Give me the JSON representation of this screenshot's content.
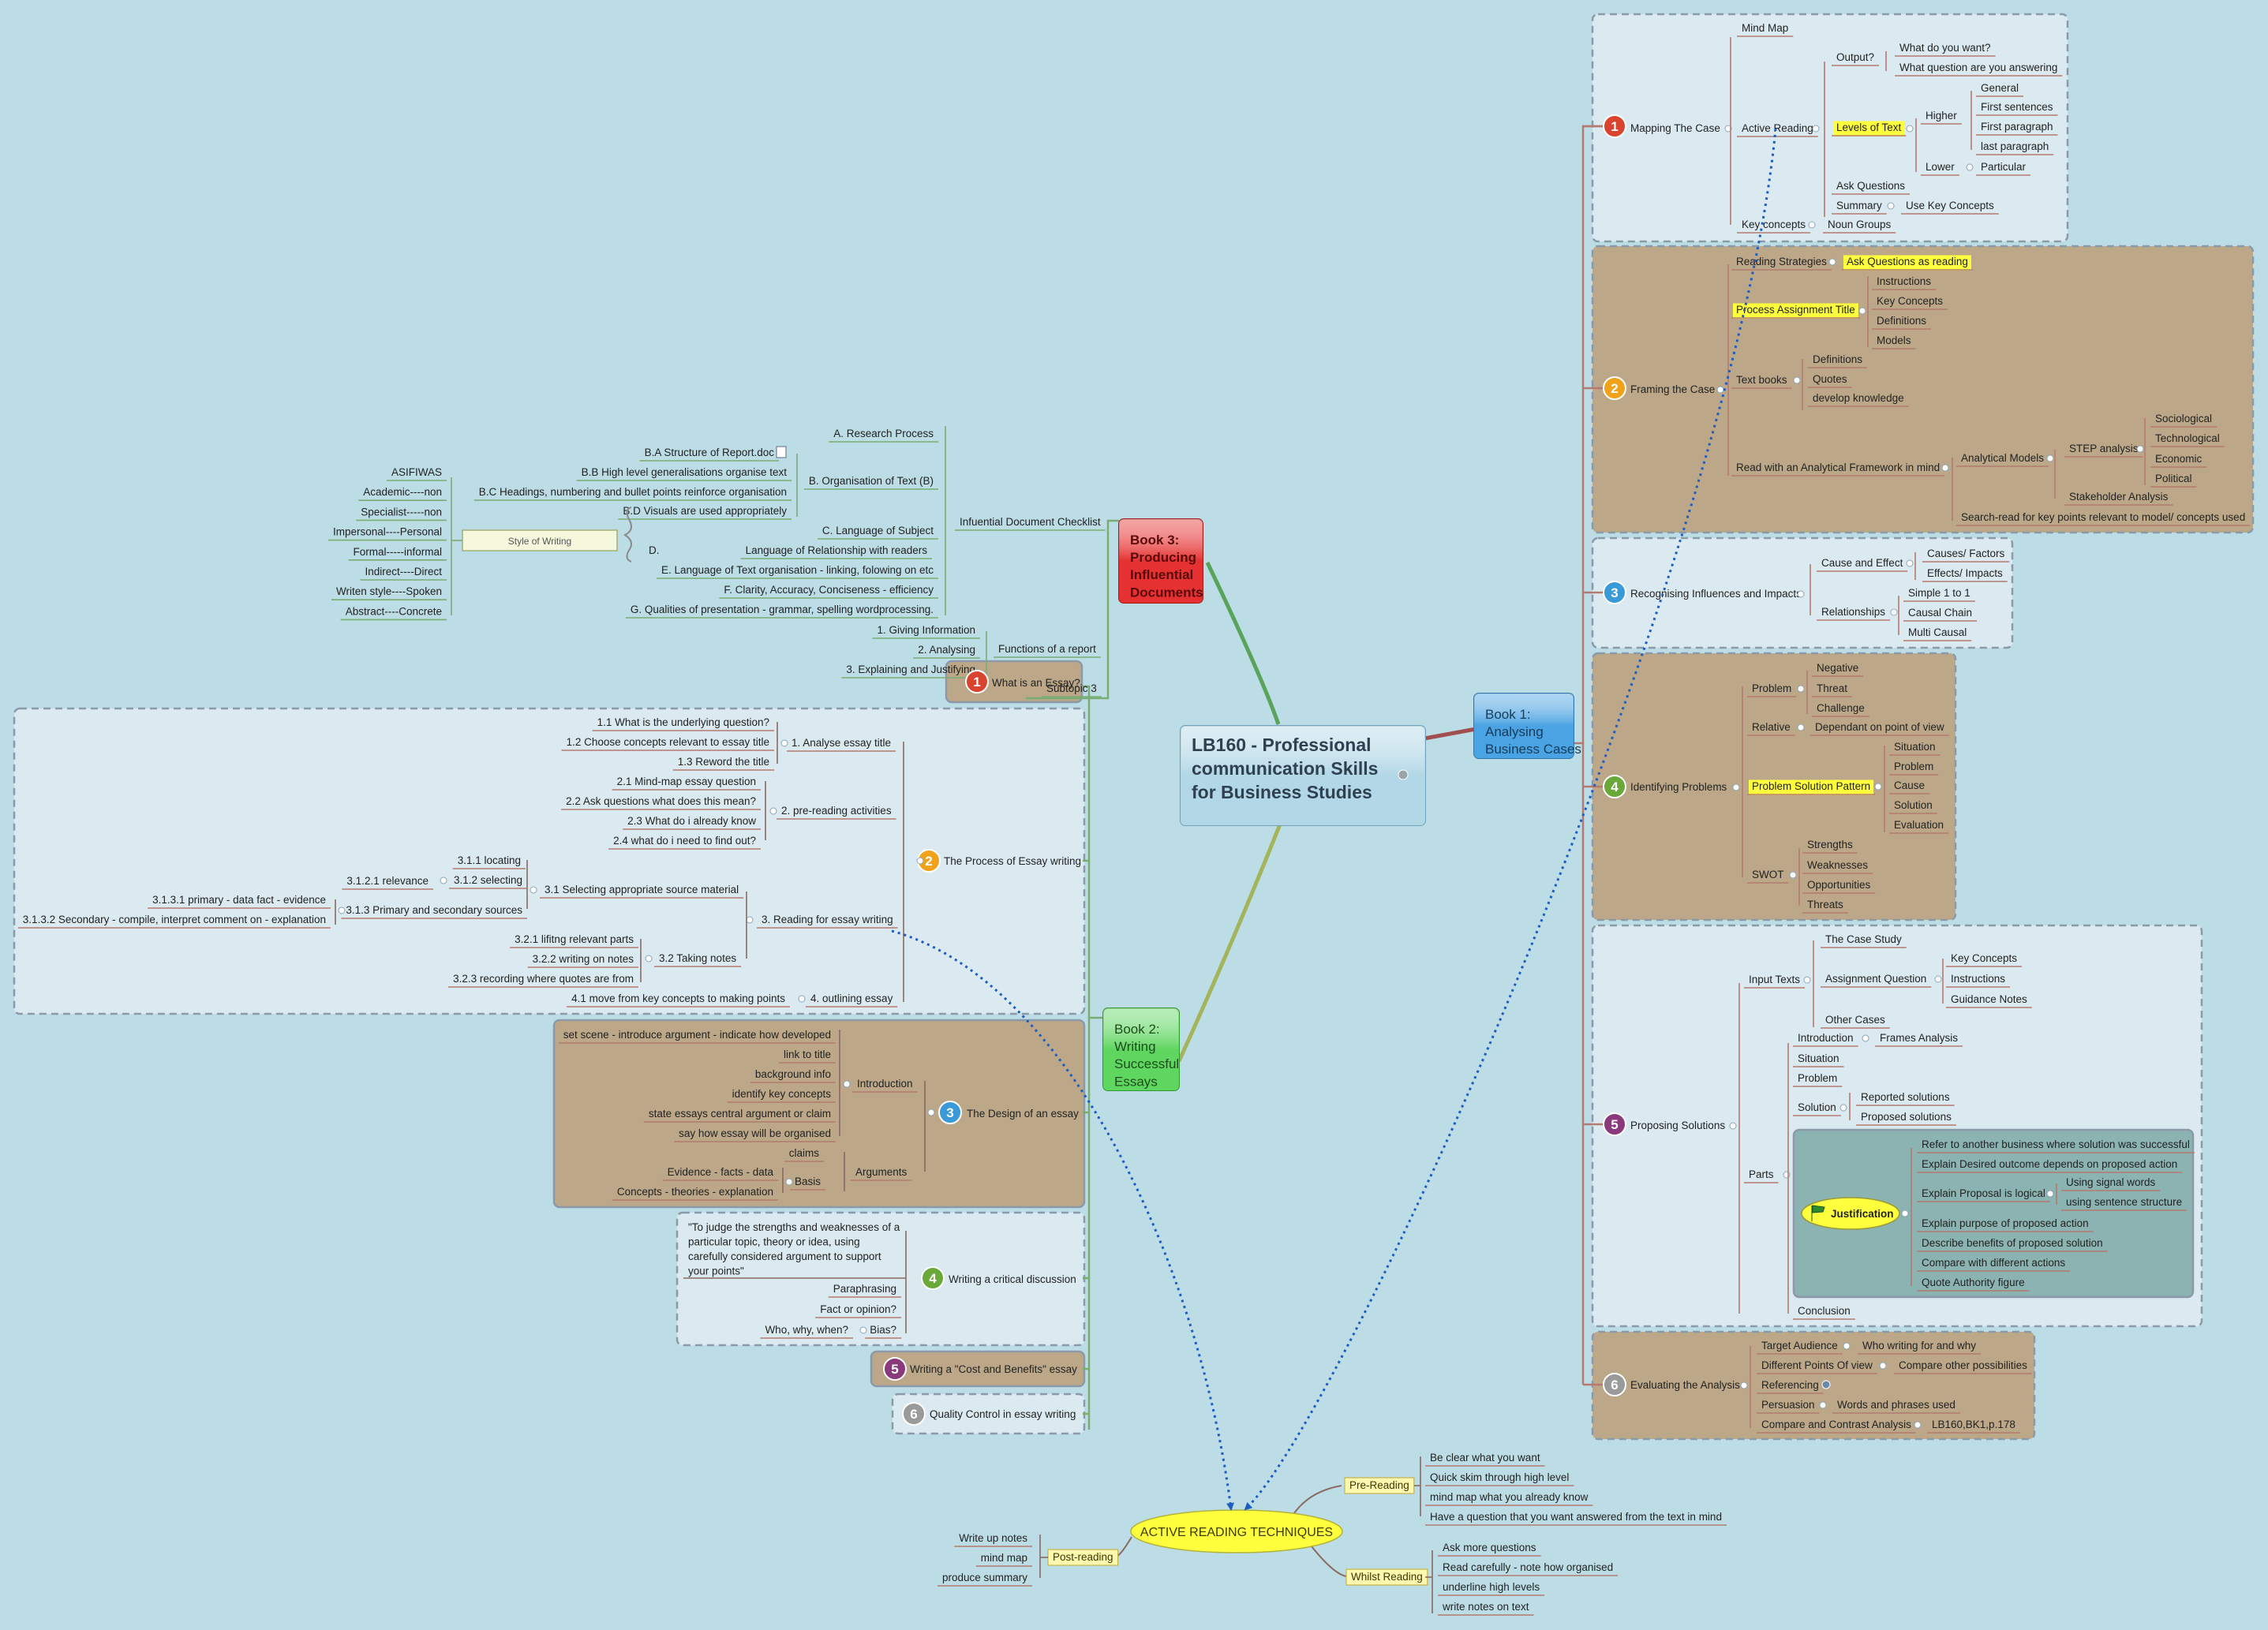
{
  "central": [
    "LB160 - Professional",
    "communication Skills",
    "for Business Studies"
  ],
  "book1": [
    "Book 1:",
    "Analysing",
    "Business Cases"
  ],
  "book2": [
    "Book 2:",
    "Writing",
    "Successful",
    "Essays"
  ],
  "book3": [
    "Book 3:",
    "Producing",
    "Influential",
    "Documents"
  ],
  "active_reading": "ACTIVE READING TECHNIQUES",
  "b1": {
    "t1": "Mapping The Case",
    "mind_map": "Mind Map",
    "active_reading": "Active Reading",
    "output": "Output?",
    "want": "What do you want?",
    "question": "What question are you answering",
    "levels": "Levels of Text",
    "higher": "Higher",
    "general": "General",
    "first_sent": "First sentences",
    "first_para": "First paragraph",
    "last_para": "last paragraph",
    "lower": "Lower",
    "particular": "Particular",
    "ask_q": "Ask Questions",
    "summary": "Summary",
    "use_kc": "Use Key Concepts",
    "key_concepts": "Key concepts",
    "noun_groups": "Noun Groups",
    "t2": "Framing the Case",
    "reading_strat": "Reading Strategies",
    "ask_reading": "Ask Questions as reading",
    "process_title": "Process Assignment Title",
    "instructions": "Instructions",
    "kc": "Key Concepts",
    "definitions": "Definitions",
    "models": "Models",
    "text_books": "Text books",
    "tb_def": "Definitions",
    "tb_quotes": "Quotes",
    "tb_dev": "develop knowledge",
    "read_frame": "Read with an Analytical Framework in mind",
    "anal_models": "Analytical Models",
    "step": "STEP analysis",
    "sociological": "Sociological",
    "technological": "Technological",
    "economic": "Economic",
    "political": "Political",
    "stakeholder": "Stakeholder Analysis",
    "search_read": "Search-read for key points relevant to model/ concepts used",
    "t3": "Recognising Influences and Impacts",
    "cause_effect": "Cause and Effect",
    "causes": "Causes/ Factors",
    "effects": "Effects/ Impacts",
    "relationships": "Relationships",
    "simple": "Simple 1 to 1",
    "causal_chain": "Causal Chain",
    "multi": "Multi Causal",
    "t4": "Identifying Problems",
    "problem": "Problem",
    "negative": "Negative",
    "threat": "Threat",
    "challenge": "Challenge",
    "relative": "Relative",
    "dependant": "Dependant on point of view",
    "psp": "Problem Solution Pattern",
    "situation": "Situation",
    "psp_problem": "Problem",
    "cause": "Cause",
    "solution": "Solution",
    "evaluation": "Evaluation",
    "swot": "SWOT",
    "strengths": "Strengths",
    "weaknesses": "Weaknesses",
    "opportunities": "Opportunities",
    "threats": "Threats",
    "t5": "Proposing Solutions",
    "input_texts": "Input Texts",
    "case_study": "The Case Study",
    "assign_q": "Assignment Question",
    "aq_kc": "Key Concepts",
    "aq_instr": "Instructions",
    "aq_guid": "Guidance Notes",
    "other_cases": "Other Cases",
    "parts": "Parts",
    "intro": "Introduction",
    "frames": "Frames Analysis",
    "p_situation": "Situation",
    "p_problem": "Problem",
    "p_solution": "Solution",
    "reported": "Reported solutions",
    "proposed": "Proposed solutions",
    "justification": "Justification",
    "j1": "Refer to another business where solution was successful",
    "j2": "Explain Desired outcome depends on proposed action",
    "j3": "Explain Proposal is logical",
    "j3a": "Using signal words",
    "j3b": "using sentence structure",
    "j4": "Explain purpose of proposed action",
    "j5": "Describe benefits of proposed solution",
    "j6": "Compare with different actions",
    "j7": "Quote Authority figure",
    "conclusion": "Conclusion",
    "t6": "Evaluating the Analysis",
    "target": "Target Audience",
    "who_writing": "Who writing for and why",
    "diff_pov": "Different Points Of view",
    "compare_other": "Compare other possibilities",
    "referencing": "Referencing",
    "persuasion": "Persuasion",
    "words_phrases": "Words and phrases used",
    "compare_contrast": "Compare and Contrast Analysis",
    "lb_ref": "LB160,BK1,p.178"
  },
  "b3": {
    "checklist": "Infuential Document Checklist",
    "a": "A.  Research Process",
    "b": "B.  Organisation of Text (B)",
    "ba": "B.A  Structure of Report.doc",
    "bb": "B.B  High level generalisations organise text",
    "bc": "B.C  Headings, numbering and bullet points reinforce organisation",
    "bd": "B.D  Visuals are used appropriately",
    "c": "C.  Language of Subject",
    "d_label": "D.",
    "d": "Language of Relationship with readers",
    "e": "E.  Language of Text organisation - linking, folowing on etc",
    "f": "F.  Clarity, Accuracy, Conciseness - efficiency",
    "g": "G.  Qualities of presentation - grammar, spelling wordprocessing.",
    "style": "Style of Writing",
    "asifiwas": "ASIFIWAS",
    "s1": "Academic----non",
    "s2": "Specialist-----non",
    "s3": "Impersonal----Personal",
    "s4": "Formal-----informal",
    "s5": "Indirect----Direct",
    "s6": "Writen style----Spoken",
    "s7": "Abstract----Concrete",
    "functions": "Functions of a report",
    "f1": "1.  Giving Information",
    "f2": "2.  Analysing",
    "f3": "3.  Explaining and Justifying",
    "subtopic": "Subtopic 3"
  },
  "b2": {
    "t1": "What is an Essay?",
    "t2": "The Process of Essay writing",
    "analyse": "1.  Analyse essay title",
    "a11": "1.1  What is the underlying question?",
    "a12": "1.2  Choose concepts relevant to essay title",
    "a13": "1.3  Reword the title",
    "pre": "2.  pre-reading activities",
    "p21": "2.1  Mind-map essay question",
    "p22": "2.2  Ask questions what does this mean?",
    "p23": "2.3  What do i already know",
    "p24": "2.4  what do i need to find out?",
    "reading": "3.  Reading for essay writing",
    "r31": "3.1  Selecting appropriate source material",
    "r311": "3.1.1  locating",
    "r312": "3.1.2  selecting",
    "r3121": "3.1.2.1  relevance",
    "r313": "3.1.3  Primary and secondary sources",
    "r3131": "3.1.3.1  primary - data fact - evidence",
    "r3132": "3.1.3.2  Secondary - compile, interpret comment on - explanation",
    "r32": "3.2  Taking notes",
    "r321": "3.2.1  lifitng relevant parts",
    "r322": "3.2.2  writing on notes",
    "r323": "3.2.3  recording where quotes are from",
    "outlining": "4.  outlining essay",
    "o41": "4.1  move from key concepts to making points",
    "t3": "The Design of an essay",
    "introduction": "Introduction",
    "i1": "set scene - introduce argument - indicate how developed",
    "i2": "link to title",
    "i3": "background info",
    "i4": "identify key concepts",
    "i5": "state essays central argument or claim",
    "i6": "say how essay will be organised",
    "arguments": "Arguments",
    "claims": "claims",
    "basis": "Basis",
    "evidence": "Evidence - facts - data",
    "concepts": "Concepts - theories - explanation",
    "t4": "Writing a critical discussion",
    "quote": [
      "\"To judge the strengths and weaknesses of a",
      "particular topic, theory or idea, using",
      "carefully considered argument to support",
      "your points\""
    ],
    "paraphrasing": "Paraphrasing",
    "fact": "Fact or opinion?",
    "bias": "Bias?",
    "who_why": "Who, why, when?",
    "t5": "Writing a \"Cost and Benefits\" essay",
    "t6": "Quality Control in essay writing"
  },
  "ar": {
    "pre": "Pre-Reading",
    "pre1": "Be clear what you want",
    "pre2": "Quick skim through high level",
    "pre3": "mind map what you already know",
    "pre4": "Have a question that you want answered from the text in mind",
    "whilst": "Whilst Reading",
    "w1": "Ask more questions",
    "w2": "Read carefully - note how organised",
    "w3": "underline high levels",
    "w4": "write notes on text",
    "post": "Post-reading",
    "post1": "Write up notes",
    "post2": "mind map",
    "post3": "produce summary"
  },
  "colors": {
    "background": "#bcdde6",
    "panel_light": "#dbeaf0",
    "panel_tan": "#bca888",
    "panel_teal": "#8ab3b1",
    "book1": "#4aa3e2",
    "book2": "#5fd65f",
    "book3": "#e53131",
    "highlight": "#ffff3d"
  }
}
